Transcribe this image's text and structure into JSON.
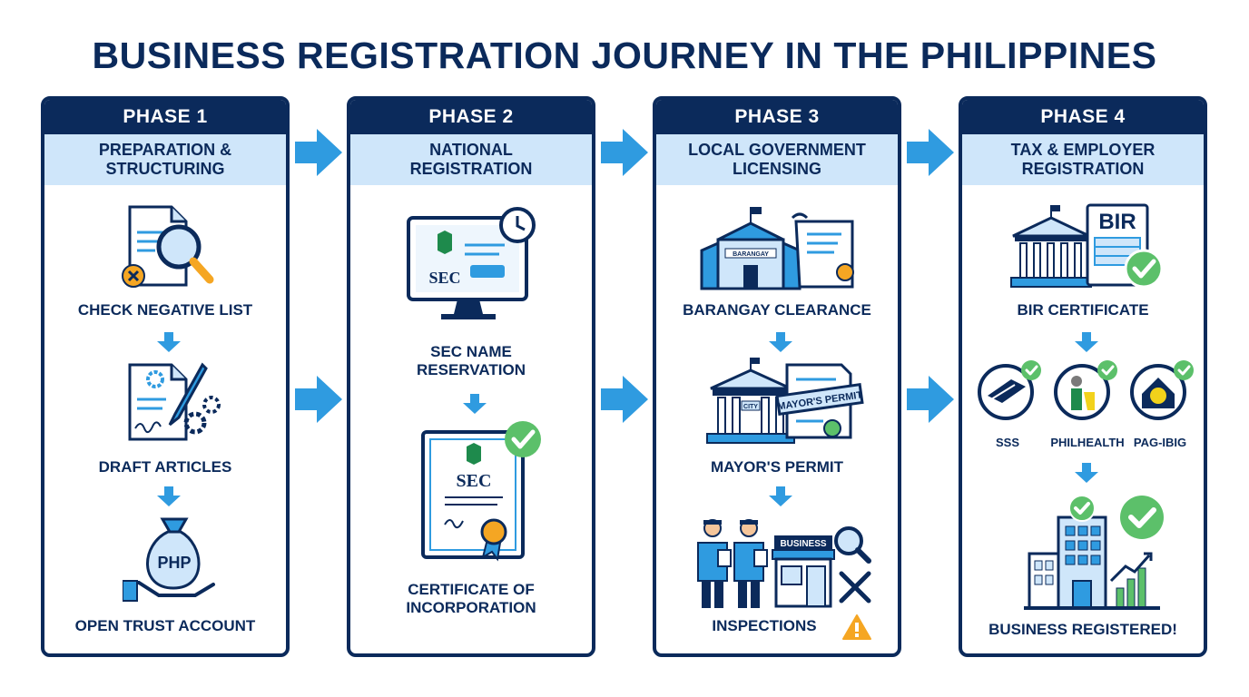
{
  "title": "BUSINESS REGISTRATION JOURNEY IN THE PHILIPPINES",
  "colors": {
    "navy": "#0b2a5b",
    "light_blue": "#cfe6fa",
    "arrow_blue": "#2f9be0",
    "green": "#5cc06a",
    "orange": "#f5a623"
  },
  "phases": [
    {
      "heading": "PHASE 1",
      "subtitle": "PREPARATION &\nSTRUCTURING",
      "steps": [
        {
          "label": "CHECK NEGATIVE LIST",
          "icon": "document-magnifier-icon"
        },
        {
          "label": "DRAFT ARTICLES",
          "icon": "document-pen-gears-icon"
        },
        {
          "label": "OPEN TRUST ACCOUNT",
          "icon": "money-bag-hand-icon",
          "bag_text": "PHP"
        }
      ]
    },
    {
      "heading": "PHASE 2",
      "subtitle": "NATIONAL\nREGISTRATION",
      "steps": [
        {
          "label": "SEC NAME\nRESERVATION",
          "icon": "monitor-clock-icon",
          "badge_text": "SEC"
        },
        {
          "label": "CERTIFICATE OF\nINCORPORATION",
          "icon": "certificate-check-icon",
          "badge_text": "SEC"
        }
      ]
    },
    {
      "heading": "PHASE 3",
      "subtitle": "LOCAL GOVERNMENT\nLICENSING",
      "steps": [
        {
          "label": "BARANGAY CLEARANCE",
          "icon": "barangay-hall-scroll-icon",
          "building_text": "BARANGAY"
        },
        {
          "label": "MAYOR'S PERMIT",
          "icon": "city-hall-permit-icon",
          "building_text": "CITY",
          "stamp_text": "MAYOR'S PERMIT"
        },
        {
          "label": "INSPECTIONS",
          "icon": "inspectors-shop-icon",
          "shop_text": "BUSINESS"
        }
      ]
    },
    {
      "heading": "PHASE 4",
      "subtitle": "TAX & EMPLOYER\nREGISTRATION",
      "steps": [
        {
          "label": "BIR CERTIFICATE",
          "icon": "bir-building-check-icon",
          "doc_text": "BIR"
        },
        {
          "label": "",
          "icon": "agency-logos-icon",
          "agencies": [
            "SSS",
            "PHILHEALTH",
            "PAG-IBIG"
          ]
        },
        {
          "label": "BUSINESS REGISTERED!",
          "icon": "office-building-growth-icon"
        }
      ]
    }
  ]
}
